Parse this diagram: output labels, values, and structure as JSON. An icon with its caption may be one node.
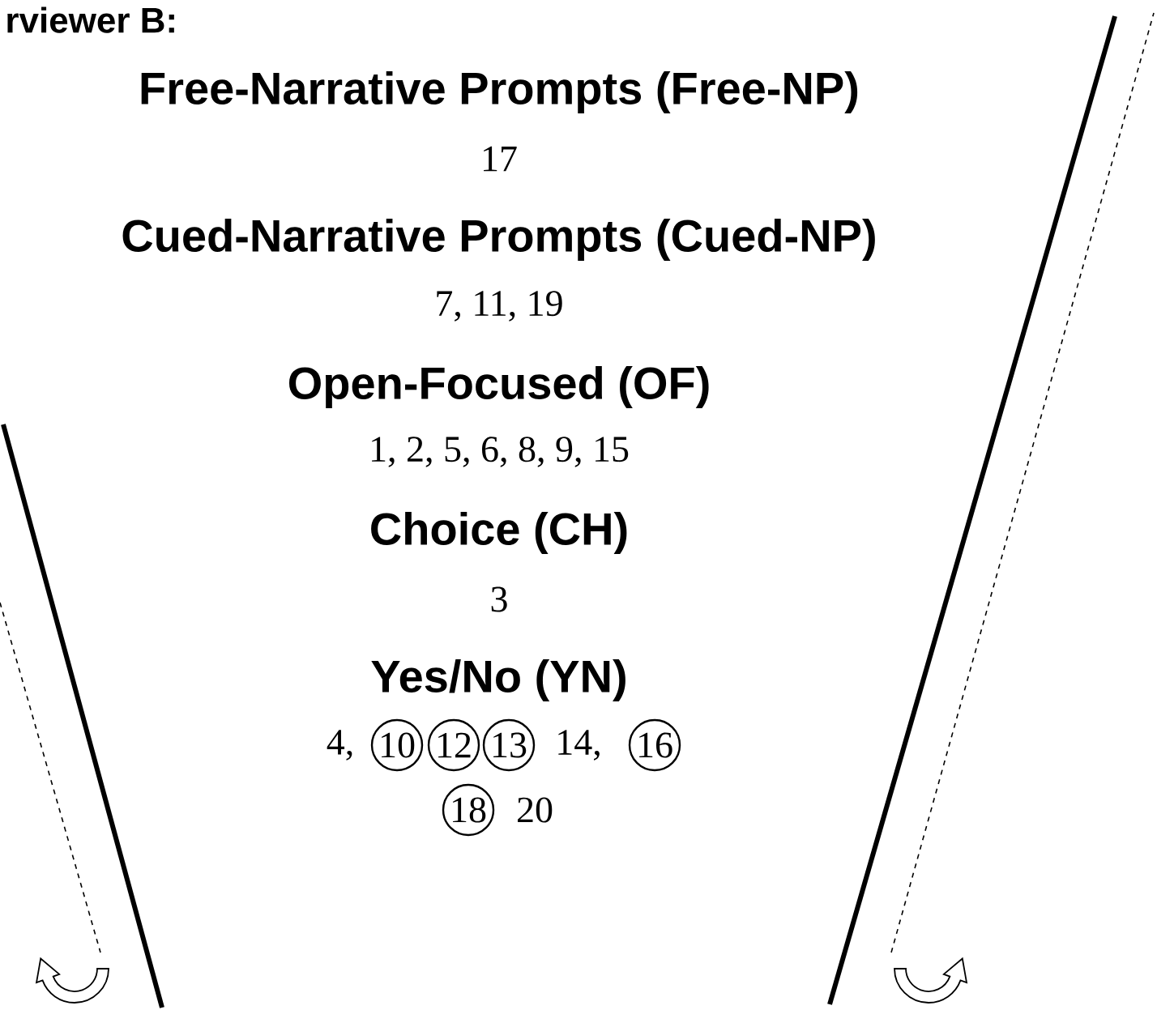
{
  "diagram": {
    "nodes": [
      {
        "text": [
          "10"
        ]
      },
      {
        "text": [
          "12"
        ]
      },
      {
        "text": [
          "13"
        ]
      },
      {
        "text": [
          "16"
        ]
      },
      {
        "text": [
          "18"
        ]
      }
    ],
    "labels": [
      "rviewer B:",
      "Free-Narrative Prompts (Free-NP)",
      "17",
      "Cued-Narrative Prompts (Cued-NP)",
      "7, 11, 19",
      "Open-Focused (OF)",
      "1, 2, 5, 6, 8, 9, 15",
      "Choice (CH)",
      "3",
      "Yes/No (YN)",
      "4,",
      "14,",
      "20"
    ]
  }
}
